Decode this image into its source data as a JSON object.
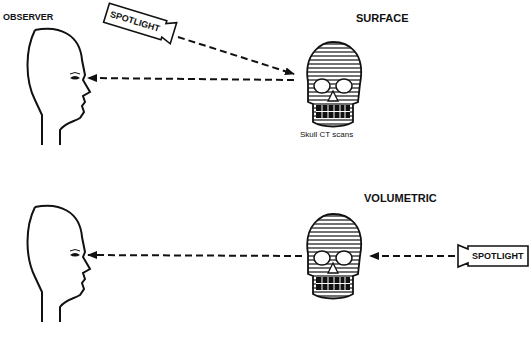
{
  "diagram": {
    "nodes": [
      {
        "text": [
          "SPOTLIGHT"
        ]
      },
      {
        "text": [
          "SPOTLIGHT"
        ]
      }
    ],
    "labels": [
      "OBSERVER",
      "SURFACE",
      "Skull CT scans",
      "VOLUMETRIC"
    ]
  }
}
